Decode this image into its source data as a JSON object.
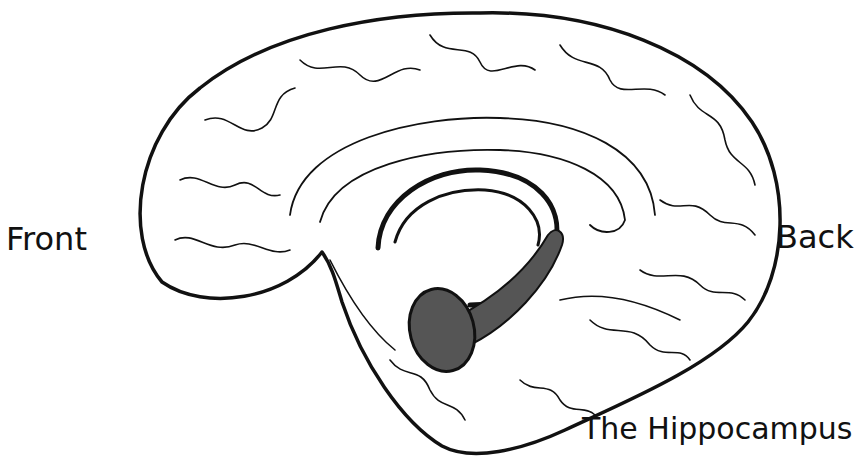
{
  "diagram": {
    "labels": [
      "Front",
      "Back",
      "The Hippocampus"
    ]
  }
}
